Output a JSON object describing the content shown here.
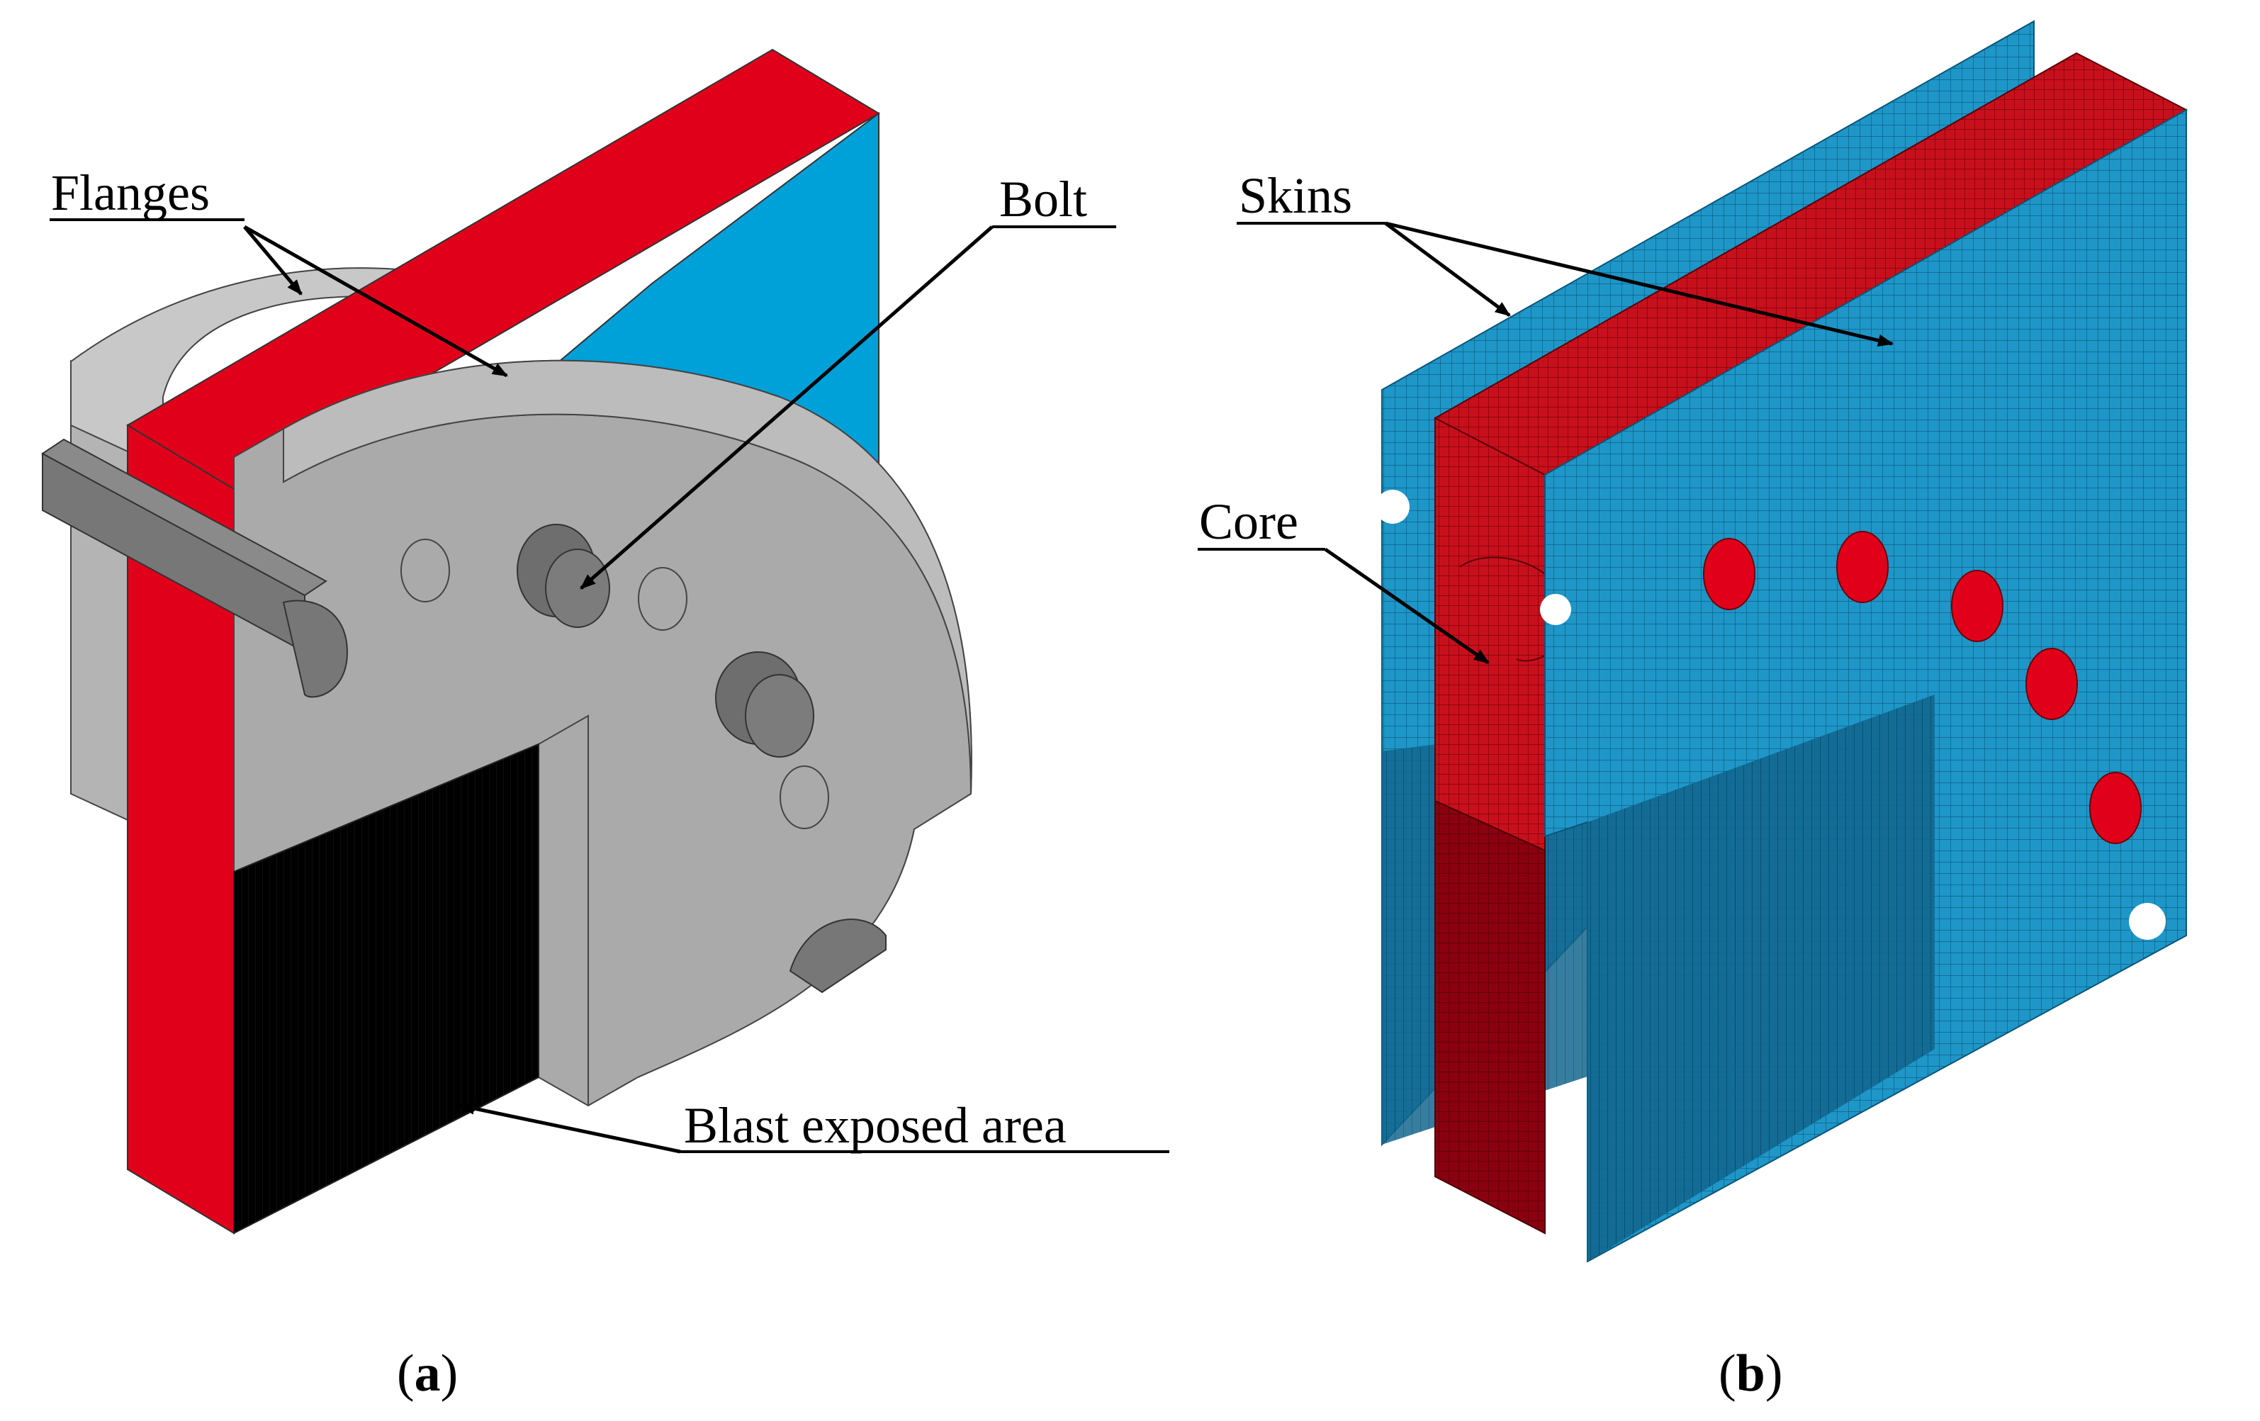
{
  "figure": {
    "panel_a": {
      "caption_letter": "a",
      "labels": {
        "flanges": "Flanges",
        "bolt": "Bolt",
        "blast_area": "Blast exposed area"
      }
    },
    "panel_b": {
      "caption_letter": "b",
      "labels": {
        "skins": "Skins",
        "core": "Core"
      }
    },
    "colors": {
      "core_red": "#e1001a",
      "skin_blue": "#00a0d8",
      "steel_gray": "#aaaaaa",
      "bolt_gray": "#777777",
      "blast_black": "#000000",
      "mesh_red": "#c8101c",
      "mesh_blue": "#1e96c8"
    }
  }
}
